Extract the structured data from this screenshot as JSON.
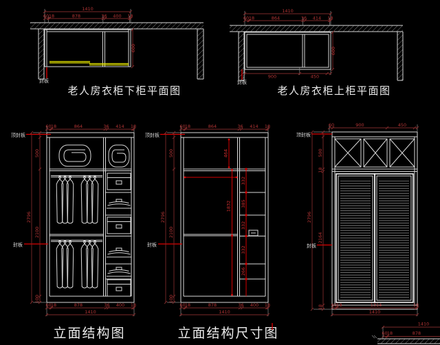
{
  "colors": {
    "background": "#000000",
    "line": "#d9d9d9",
    "dim_text": "#b23434",
    "leader_red": "#e00000",
    "yellow": "#e6e600"
  },
  "plan_lower": {
    "title": "老人房衣柜下柜平面图",
    "total": "1410",
    "seg": [
      "60",
      "18",
      "878",
      "36",
      "400",
      "18"
    ],
    "depth": "600",
    "seal_label": "封板"
  },
  "plan_upper": {
    "title": "老人房衣柜上柜平面图",
    "total": "1410",
    "seg": [
      "60",
      "18",
      "864",
      "36",
      "414",
      "18"
    ],
    "depth": "600",
    "bottom_seg": [
      "900",
      "450"
    ],
    "seal_label": "封板"
  },
  "elev_structure": {
    "title": "立面结构图",
    "top_seg": [
      "60",
      "18",
      "864",
      "36",
      "414",
      "18"
    ],
    "bottom_seg": [
      "60",
      "18",
      "878",
      "36",
      "400",
      "18"
    ],
    "bottom_total": "1410",
    "height_top": "500",
    "height_mid": "2100",
    "height_base": "100",
    "height_total": "2796",
    "top_seal_label": "顶封板",
    "seal_label": "封板"
  },
  "elev_dimensions": {
    "title": "立面结构尺寸图",
    "top_seg": [
      "60",
      "18",
      "864",
      "36",
      "414",
      "18"
    ],
    "bottom_seg": [
      "60",
      "18",
      "878",
      "36",
      "400",
      "18"
    ],
    "bottom_total": "1410",
    "height_top": "500",
    "height_mid": "2100",
    "height_base": "100",
    "height_total": "2796",
    "top_seal_label": "顶封板",
    "seal_label": "封板",
    "inner_top_height": "464",
    "inner_hang_height": "1832",
    "shelf_chain": [
      "332",
      "385",
      "332",
      "332",
      "266"
    ]
  },
  "elev_doors": {
    "top_seg": [
      "60",
      "900",
      "450"
    ],
    "bottom_seg": [
      "60",
      "18",
      "1314",
      "18"
    ],
    "bottom_total": "1410",
    "height_top": "500",
    "shelf": "18",
    "height_doors": "2164",
    "base": "18",
    "height_total": "2796",
    "top_seal_label": "顶封板",
    "seal_label": "封板"
  },
  "partial_plan": {
    "total": "1410",
    "seg": [
      "60",
      "18",
      "878"
    ]
  }
}
